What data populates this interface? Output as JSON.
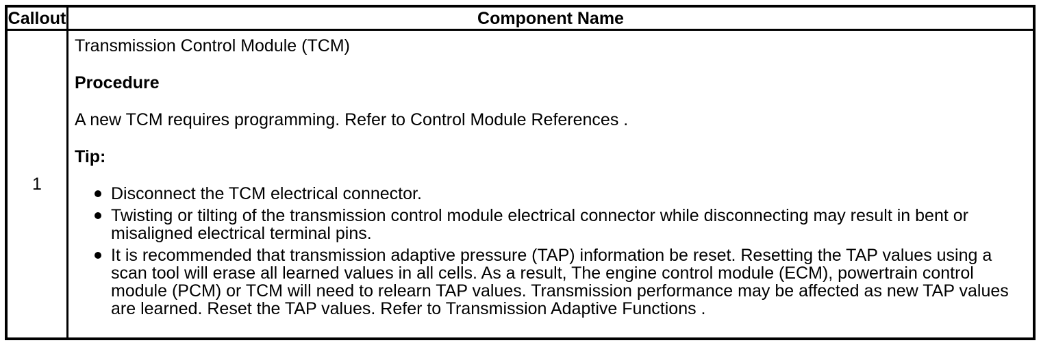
{
  "colors": {
    "background": "#ffffff",
    "border": "#000000",
    "text": "#000000"
  },
  "table": {
    "header": {
      "callout": "Callout",
      "component_name": "Component Name"
    },
    "row": {
      "callout": "1",
      "title": "Transmission Control Module (TCM)",
      "procedure_heading": "Procedure",
      "procedure_text": "A new TCM requires programming. Refer to Control Module References .",
      "tip_heading": "Tip:",
      "tips": [
        "Disconnect the TCM electrical connector.",
        "Twisting or tilting of the transmission control module electrical connector while disconnecting may result in bent or misaligned electrical terminal pins.",
        "It is recommended that transmission adaptive pressure (TAP) information be reset. Resetting the TAP values using a scan tool will erase all learned values in all cells. As a result, The engine control module (ECM), powertrain control module (PCM) or TCM will need to relearn TAP values. Transmission performance may be affected as new TAP values are learned. Reset the TAP values. Refer to Transmission Adaptive Functions ."
      ]
    }
  }
}
